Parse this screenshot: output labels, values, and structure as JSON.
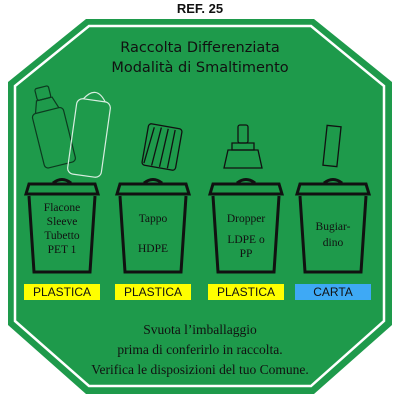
{
  "reference": "REF. 25",
  "header": {
    "line1": "Raccolta Differenziata",
    "line2": "Modalità di Smaltimento"
  },
  "bins": [
    {
      "lines": [
        "Flacone",
        "Sleeve",
        "Tubetto",
        "PET 1"
      ],
      "material": "PLASTICA",
      "material_color": "#ffff00"
    },
    {
      "lines": [
        "Tappo",
        "",
        "HDPE"
      ],
      "material": "PLASTICA",
      "material_color": "#ffff00"
    },
    {
      "lines": [
        "Dropper",
        "",
        "LDPE o",
        "PP"
      ],
      "material": "PLASTICA",
      "material_color": "#ffff00"
    },
    {
      "lines": [
        "Bugiar-",
        "dino"
      ],
      "material": "CARTA",
      "material_color": "#3ea9f5"
    }
  ],
  "footer": {
    "line1": "Svuota l’imballaggio",
    "line2": "prima di conferirlo in raccolta.",
    "line3": "Verifica le disposizioni del tuo Comune."
  },
  "colors": {
    "panel_green": "#1e9a4b",
    "outline": "#111111"
  },
  "icons": [
    "bottle-icon",
    "spray-bottle-icon",
    "cap-icon",
    "dropper-icon",
    "leaflet-icon",
    "bin-icon"
  ]
}
